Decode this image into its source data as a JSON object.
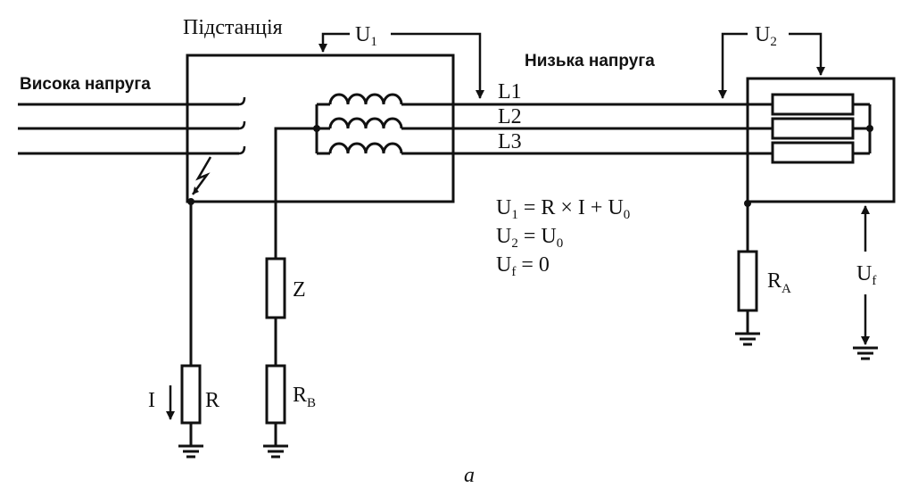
{
  "labels": {
    "substation": "Підстанція",
    "high_voltage": "Висока напруга",
    "low_voltage": "Низька напруга",
    "L1": "L1",
    "L2": "L2",
    "L3": "L3",
    "U1": "U",
    "U1_sub": "1",
    "U2": "U",
    "U2_sub": "2",
    "Uf": "U",
    "Uf_sub": "f",
    "Z": "Z",
    "R": "R",
    "RB": "R",
    "RB_sub": "B",
    "RA": "R",
    "RA_sub": "A",
    "I": "I",
    "caption": "a"
  },
  "equations": {
    "eq1": {
      "a": "U",
      "a_sub": "1",
      "b": " = R × I + U",
      "b_sub": "0"
    },
    "eq2": {
      "a": "U",
      "a_sub": "2",
      "b": " = U",
      "b_sub": "0"
    },
    "eq3": {
      "a": "U",
      "a_sub": "f",
      "b": " = 0"
    }
  }
}
